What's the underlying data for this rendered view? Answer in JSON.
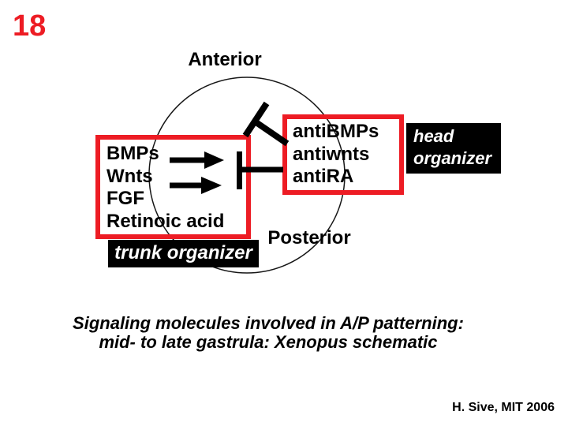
{
  "slide": {
    "number": "18",
    "caption_line1": "Signaling molecules involved in A/P patterning:",
    "caption_line2": "mid- to late gastrula: Xenopus schematic",
    "footer_credit": "H. Sive, MIT 2006"
  },
  "diagram": {
    "anterior_label": "Anterior",
    "posterior_label": "Posterior",
    "trunk_signals": {
      "items": [
        "BMPs",
        "Wnts",
        "FGF",
        "Retinoic acid"
      ]
    },
    "head_signals": {
      "items": [
        "antiBMPs",
        "antiwnts",
        "antiRA"
      ]
    },
    "head_organizer": {
      "line1": "head",
      "line2": "organizer"
    },
    "trunk_organizer_label": "trunk organizer"
  },
  "colors": {
    "accent_red": "#ed1c24",
    "ink_black": "#000000",
    "circle_stroke": "#161616",
    "background": "#ffffff"
  }
}
